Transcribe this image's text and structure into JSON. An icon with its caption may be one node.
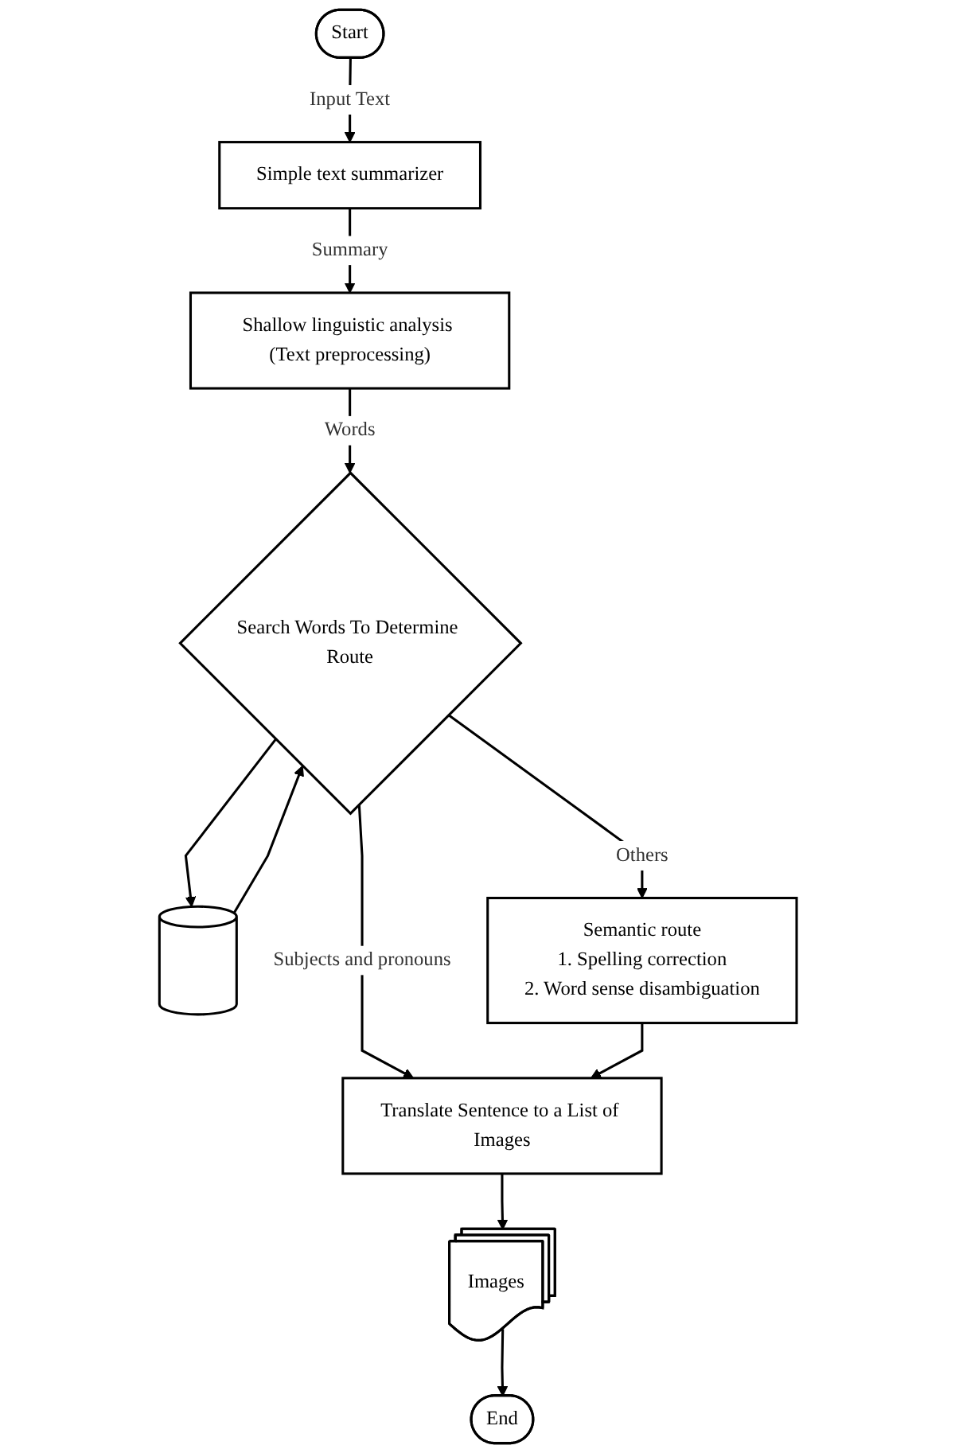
{
  "diagram": {
    "nodes": [
      {
        "text": [
          "Start"
        ]
      },
      {
        "text": [
          "Simple text summarizer"
        ]
      },
      {
        "text": [
          "Shallow linguistic analysis (Text preprocessing)"
        ]
      },
      {
        "text": [],
        "shape": "cylinder"
      },
      {
        "text": [
          "Search Words To Determine Route"
        ]
      },
      {
        "text": [
          "Semantic route",
          "1. Spelling correction",
          "2. Word sense disambiguation"
        ]
      },
      {
        "text": [
          "Translate Sentence to a List of Images"
        ]
      },
      {
        "text": [
          "Images"
        ]
      },
      {
        "text": [
          "End"
        ]
      }
    ],
    "edges": [
      {
        "from": 0,
        "to": 1,
        "arrow": "to",
        "label": "Input Text"
      },
      {
        "from": 1,
        "to": 2,
        "arrow": "to",
        "label": "Summary"
      },
      {
        "from": 2,
        "to": 4,
        "arrow": "to",
        "label": "Words"
      },
      {
        "from": 4,
        "to": 3,
        "arrow": "to"
      },
      {
        "from": 3,
        "to": 4,
        "arrow": "to"
      },
      {
        "from": 4,
        "to": 6,
        "arrow": "to",
        "label": "Subjects and pronouns"
      },
      {
        "from": 4,
        "to": 5,
        "arrow": "to",
        "label": "Others"
      },
      {
        "from": 5,
        "to": 6,
        "arrow": "to"
      },
      {
        "from": 6,
        "to": 7,
        "arrow": "to"
      },
      {
        "from": 7,
        "to": 8,
        "arrow": "to"
      }
    ]
  }
}
